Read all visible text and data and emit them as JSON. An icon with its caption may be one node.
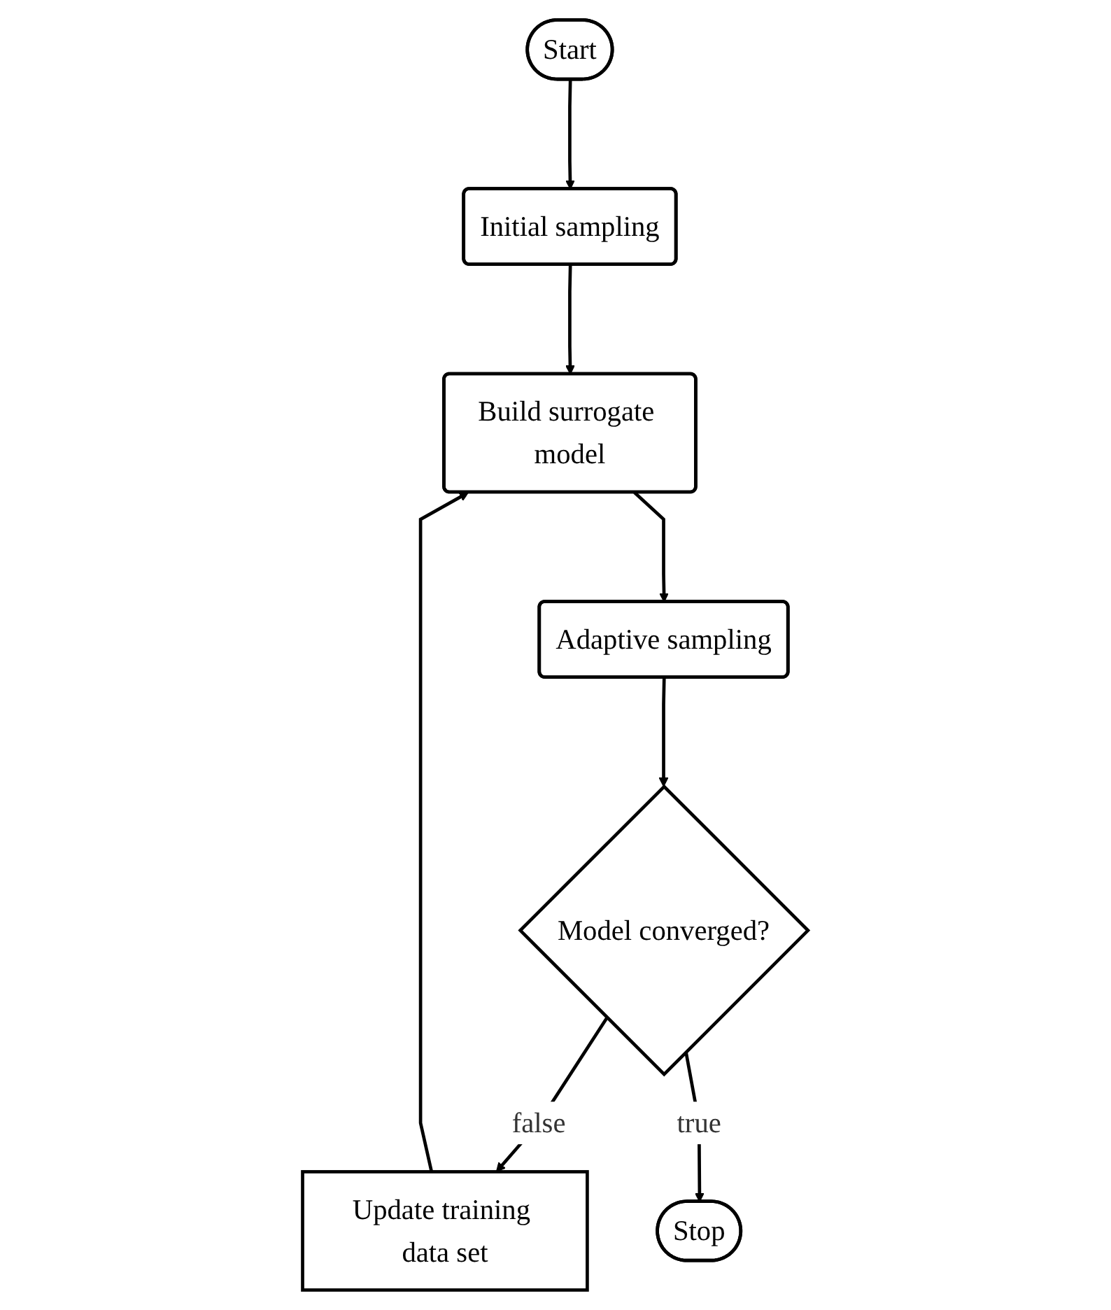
{
  "diagram": {
    "nodes": [
      {
        "text": [
          "Start"
        ]
      },
      {
        "text": [
          "Initial sampling"
        ]
      },
      {
        "text": [
          "Build surrogate model"
        ]
      },
      {
        "text": [
          "Adaptive sampling"
        ]
      },
      {
        "text": [
          "Model converged?"
        ]
      },
      {
        "text": [
          "Update training data set"
        ]
      },
      {
        "text": [
          "Stop"
        ]
      }
    ],
    "edges": [
      {
        "from": 0,
        "to": 1,
        "arrow": "to"
      },
      {
        "from": 1,
        "to": 2,
        "arrow": "to"
      },
      {
        "from": 2,
        "to": 3,
        "arrow": "to"
      },
      {
        "from": 3,
        "to": 4,
        "arrow": "to"
      },
      {
        "from": 4,
        "to": 5,
        "arrow": "to",
        "label": "false"
      },
      {
        "from": 5,
        "to": 2,
        "arrow": "to"
      },
      {
        "from": 4,
        "to": 6,
        "arrow": "to",
        "label": "true"
      }
    ]
  }
}
